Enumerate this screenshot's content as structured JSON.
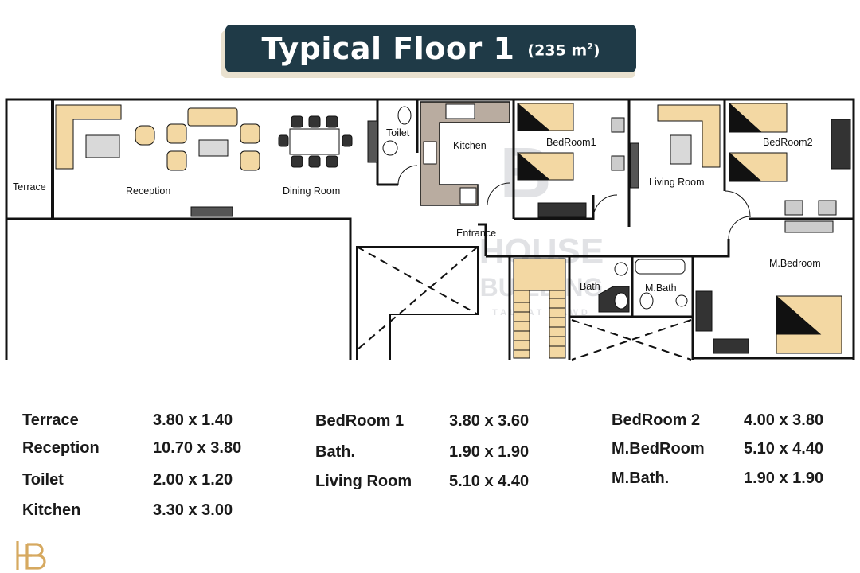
{
  "title": {
    "main": "Typical Floor 1",
    "area": "(235 m",
    "area_sup": "2",
    "area_close": ")"
  },
  "plan": {
    "labels": {
      "terrace": "Terrace",
      "reception": "Reception",
      "dining": "Dining Room",
      "toilet": "Toilet",
      "kitchen": "Kitchen",
      "bedroom1": "BedRoom1",
      "living": "Living Room",
      "bedroom2": "BedRoom2",
      "entrance": "Entrance",
      "bath": "Bath",
      "mbath": "M.Bath",
      "mbedroom": "M.Bedroom"
    },
    "watermark": {
      "line1": "HOUSE",
      "line2": "BUILDING",
      "line3": "TALAAT GAWD"
    }
  },
  "dimensions": {
    "col1": [
      {
        "name": "Terrace",
        "value": "3.80 x 1.40"
      },
      {
        "name": "Reception",
        "value": "10.70 x 3.80"
      },
      {
        "name": "Toilet",
        "value": "2.00 x 1.20"
      },
      {
        "name": "Kitchen",
        "value": "3.30 x 3.00"
      }
    ],
    "col2": [
      {
        "name": "BedRoom 1",
        "value": "3.80 x 3.60"
      },
      {
        "name": "Bath.",
        "value": "1.90 x 1.90"
      },
      {
        "name": "Living Room",
        "value": "5.10 x 4.40"
      }
    ],
    "col3": [
      {
        "name": "BedRoom 2",
        "value": "4.00 x 3.80"
      },
      {
        "name": "M.BedRoom",
        "value": "5.10  x 4.40"
      },
      {
        "name": "M.Bath.",
        "value": "1.90 x 1.90"
      }
    ]
  },
  "colors": {
    "title_bg": "#1f3a47",
    "title_shadow": "#e9e1cf",
    "furniture": "#f3d8a3",
    "kitchen_counter": "#b9aca0",
    "logo": "#d6a960"
  },
  "icons": {
    "logo": "hb-monogram-icon"
  }
}
